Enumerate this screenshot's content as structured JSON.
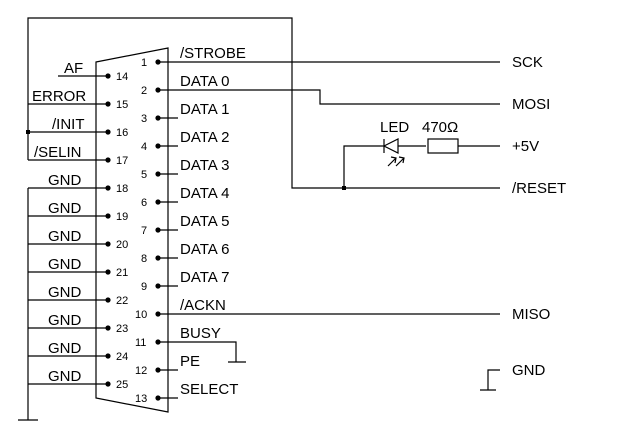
{
  "connector": {
    "right_pins": [
      {
        "num": "1",
        "label": "/STROBE"
      },
      {
        "num": "2",
        "label": "DATA 0"
      },
      {
        "num": "3",
        "label": "DATA 1"
      },
      {
        "num": "4",
        "label": "DATA 2"
      },
      {
        "num": "5",
        "label": "DATA 3"
      },
      {
        "num": "6",
        "label": "DATA 4"
      },
      {
        "num": "7",
        "label": "DATA 5"
      },
      {
        "num": "8",
        "label": "DATA 6"
      },
      {
        "num": "9",
        "label": "DATA 7"
      },
      {
        "num": "10",
        "label": "/ACKN"
      },
      {
        "num": "11",
        "label": "BUSY"
      },
      {
        "num": "12",
        "label": "PE"
      },
      {
        "num": "13",
        "label": "SELECT"
      }
    ],
    "left_pins": [
      {
        "num": "14",
        "label": "AF"
      },
      {
        "num": "15",
        "label": "ERROR"
      },
      {
        "num": "16",
        "label": "/INIT"
      },
      {
        "num": "17",
        "label": "/SELIN"
      },
      {
        "num": "18",
        "label": "GND"
      },
      {
        "num": "19",
        "label": "GND"
      },
      {
        "num": "20",
        "label": "GND"
      },
      {
        "num": "21",
        "label": "GND"
      },
      {
        "num": "22",
        "label": "GND"
      },
      {
        "num": "23",
        "label": "GND"
      },
      {
        "num": "24",
        "label": "GND"
      },
      {
        "num": "25",
        "label": "GND"
      }
    ]
  },
  "signals": {
    "sck": "SCK",
    "mosi": "MOSI",
    "vcc": "+5V",
    "reset": "/RESET",
    "miso": "MISO",
    "gnd": "GND"
  },
  "components": {
    "led": "LED",
    "resistor": "470Ω"
  }
}
